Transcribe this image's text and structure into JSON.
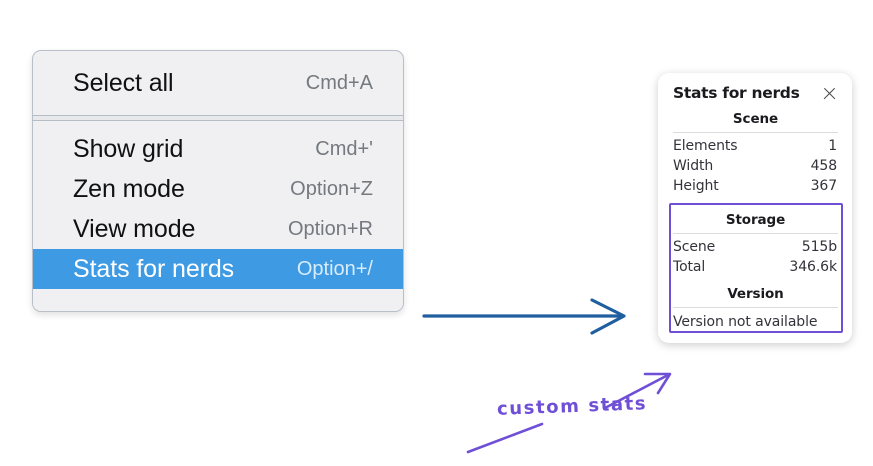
{
  "context_menu": {
    "groups": [
      {
        "items": [
          {
            "label": "Select all",
            "shortcut": "Cmd+A",
            "selected": false
          }
        ]
      },
      {
        "items": [
          {
            "label": "Show grid",
            "shortcut": "Cmd+'",
            "selected": false
          },
          {
            "label": "Zen mode",
            "shortcut": "Option+Z",
            "selected": false
          },
          {
            "label": "View mode",
            "shortcut": "Option+R",
            "selected": false
          },
          {
            "label": "Stats for nerds",
            "shortcut": "Option+/",
            "selected": true
          }
        ]
      }
    ],
    "selected_highlight_color": "#3d9ae3"
  },
  "stats_panel": {
    "title": "Stats for nerds",
    "close_icon": "close-icon",
    "sections": [
      {
        "name": "Scene",
        "rows": [
          {
            "key": "Elements",
            "value": "1"
          },
          {
            "key": "Width",
            "value": "458"
          },
          {
            "key": "Height",
            "value": "367"
          }
        ]
      },
      {
        "name": "Storage",
        "rows": [
          {
            "key": "Scene",
            "value": "515b"
          },
          {
            "key": "Total",
            "value": "346.6k"
          }
        ]
      },
      {
        "name": "Version",
        "full_row": "Version not available"
      }
    ]
  },
  "annotations": {
    "handwritten_label": "custom stats",
    "highlight_color": "#6f4fd6",
    "arrow_color": "#1f5fa0"
  }
}
